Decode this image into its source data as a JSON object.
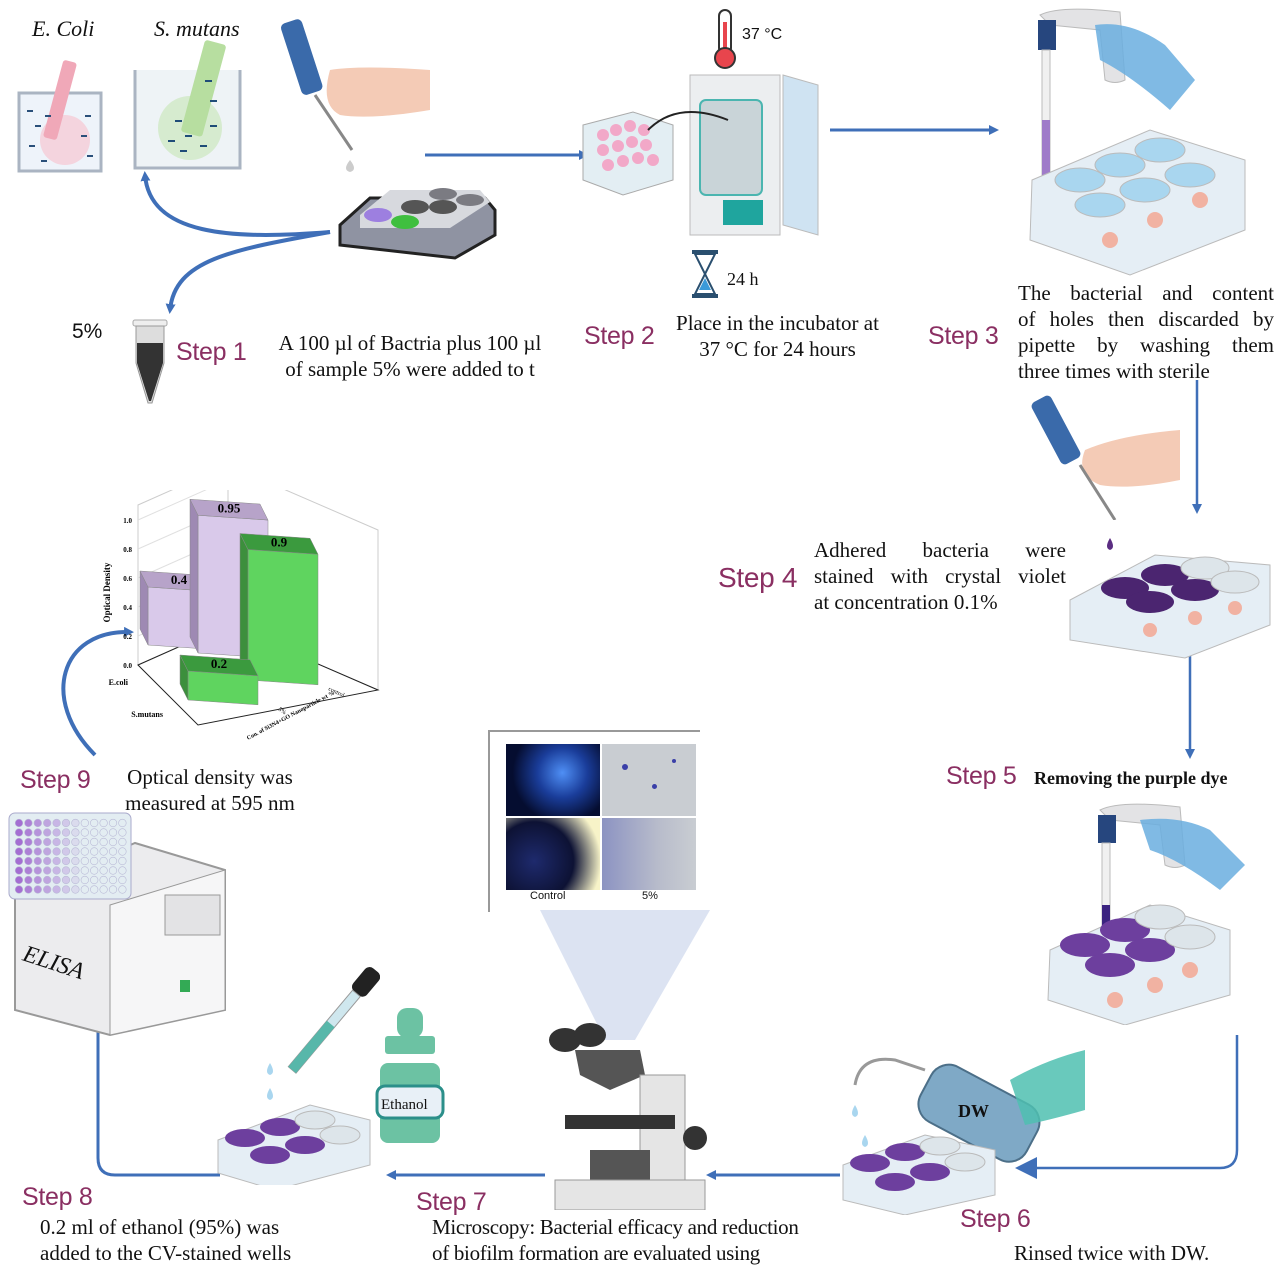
{
  "title": "Biofilm formation assay workflow",
  "organisms": {
    "left": "E. Coli",
    "right": "S. mutans"
  },
  "sample": {
    "tube_label": "5%"
  },
  "incubator": {
    "temperature": "37 °C",
    "time": "24 h"
  },
  "steps": [
    {
      "label": "Step 1",
      "text": [
        "A 100 µl of Bactria plus 100 µl",
        "of sample 5% were added to t"
      ]
    },
    {
      "label": "Step 2",
      "text": [
        "Place in the incubator at",
        "37 °C for 24 hours"
      ]
    },
    {
      "label": "Step 3",
      "text": [
        "The bacterial and content",
        "of holes then discarded by",
        "pipette  by washing them",
        "three times with sterile"
      ]
    },
    {
      "label": "Step 4",
      "text": [
        "Adhered bacteria were",
        "stained with crystal violet",
        "at concentration 0.1%"
      ]
    },
    {
      "label": "Step 5",
      "text": [
        "Removing the purple dye"
      ]
    },
    {
      "label": "Step 6",
      "text": [
        "Rinsed twice with DW."
      ]
    },
    {
      "label": "Step 7",
      "text": [
        "Microscopy: Bacterial efficacy and reduction",
        "of biofilm formation are evaluated using"
      ]
    },
    {
      "label": "Step 8",
      "text": [
        "0.2 ml of ethanol (95%) was",
        "added to the CV-stained wells"
      ]
    },
    {
      "label": "Step 9",
      "text": [
        "Optical density was",
        "measured at 595 nm"
      ]
    }
  ],
  "labels": {
    "dw_bottle": "DW",
    "ethanol_bottle": "Ethanol",
    "elisa": "ELISA"
  },
  "microscopy": {
    "captions": [
      "Control",
      "5%"
    ]
  },
  "colors": {
    "step": "#8a2f62",
    "arrow": "#3f6fb8",
    "lilac": "#c9b6df",
    "green": "#4fcf5a",
    "purple_dye": "#5b2d82",
    "teal": "#6cc2a3"
  },
  "chart_data": {
    "type": "bar",
    "style": "3d",
    "title": "",
    "ylabel": "Optical Density",
    "xlabel": "Con. of Si3N4+GO Nanoparticle wt %",
    "categories": [
      "control",
      "5%"
    ],
    "depth_categories": [
      "E.coli",
      "S.mutans"
    ],
    "ylim": [
      0.0,
      1.0
    ],
    "yticks": [
      "0.0",
      "0.2",
      "0.4",
      "0.6",
      "0.8",
      "1.0"
    ],
    "series": [
      {
        "name": "E.coli",
        "values": [
          0.95,
          0.4
        ]
      },
      {
        "name": "S.mutans",
        "values": [
          0.9,
          0.2
        ]
      }
    ],
    "data_labels": [
      "0.95",
      "0.4",
      "0.9",
      "0.2"
    ],
    "grid": true
  }
}
